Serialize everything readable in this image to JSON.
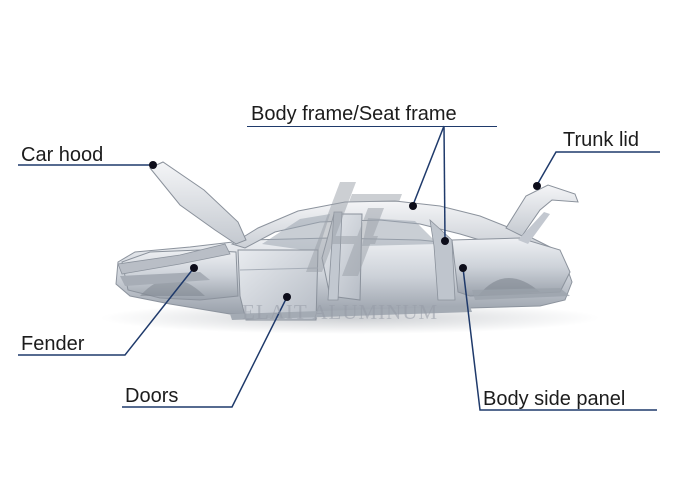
{
  "labels": {
    "body_frame": "Body frame/Seat frame",
    "car_hood": "Car hood",
    "trunk_lid": "Trunk lid",
    "fender": "Fender",
    "doors": "Doors",
    "body_side_panel": "Body side panel"
  },
  "watermark": "ELAIT ALUMINUM",
  "colors": {
    "leader_line": "#1f3a6b",
    "marker_dot": "#0d0d1a",
    "car_body": "#c9ced6",
    "label_text": "#1c1c1c"
  },
  "icons": [
    "car-body-illustration",
    "watermark-logo-icon"
  ]
}
